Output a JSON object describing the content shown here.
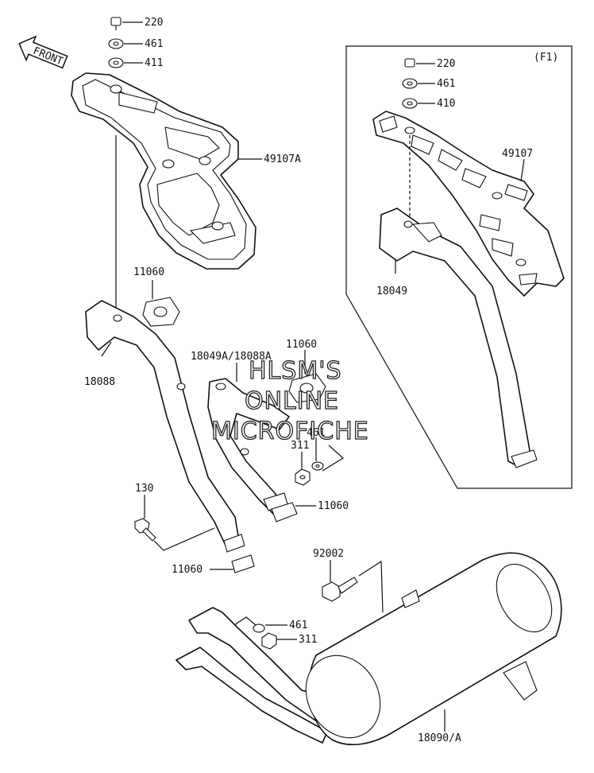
{
  "front_label": "FRONT",
  "inset_label": "(F1)",
  "watermark": [
    "HLSM'S",
    "ONLINE",
    "MICROFICHE"
  ],
  "callouts": {
    "c220_top": "220",
    "c461_top": "461",
    "c411": "411",
    "c49107A": "49107A",
    "c220_inset": "220",
    "c461_inset": "461",
    "c410": "410",
    "c49107": "49107",
    "c18049": "18049",
    "c11060_a": "11060",
    "c18088": "18088",
    "c18049A": "18049A/18088A",
    "c11060_b": "11060",
    "c461_mid": "461",
    "c311_mid": "311",
    "c11060_c": "11060",
    "c130": "130",
    "c11060_d": "11060",
    "c92002": "92002",
    "c461_low": "461",
    "c311_low": "311",
    "c18090": "18090/A"
  }
}
